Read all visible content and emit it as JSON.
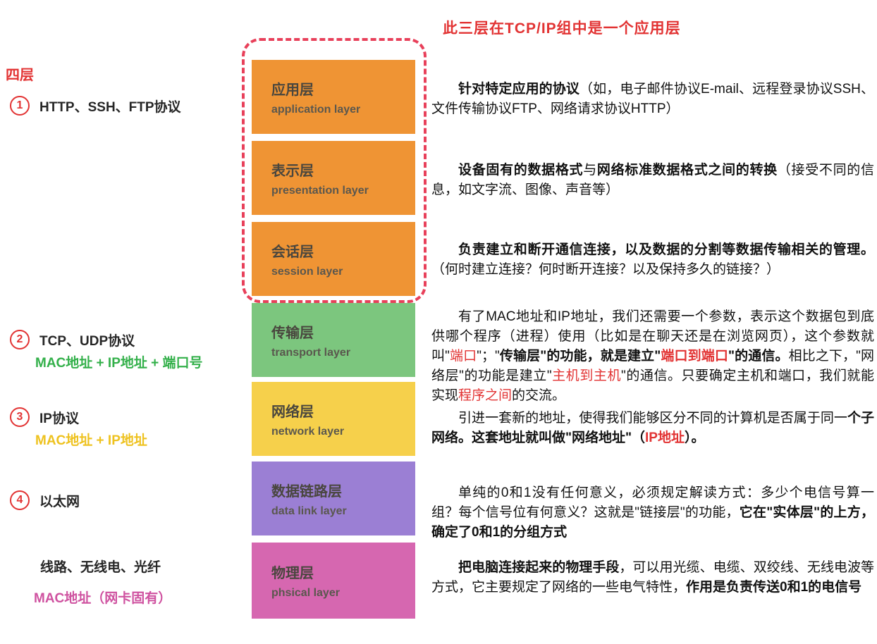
{
  "colors": {
    "accent_red": "#e23333",
    "green_text": "#33b04a",
    "yellow_text": "#eec21f",
    "pink_text": "#cf52a0",
    "dashed_outline": "#e8405a",
    "orange_box": "#ef9434",
    "green_box": "#7cc67e",
    "yellow_box": "#f6d04b",
    "purple_box": "#9b7fd4",
    "pink_box": "#d667b0"
  },
  "top_annotation": "此三层在TCP/IP组中是一个应用层",
  "left": {
    "title": "四层",
    "row1": {
      "num": "1",
      "label": "HTTP、SSH、FTP协议"
    },
    "row2": {
      "num": "2",
      "label": "TCP、UDP协议",
      "sub": "MAC地址 + IP地址 + 端口号"
    },
    "row3": {
      "num": "3",
      "label": "IP协议",
      "sub": "MAC地址 + IP地址"
    },
    "row4": {
      "num": "4",
      "label": "以太网"
    },
    "row5": {
      "label": "线路、无线电、光纤",
      "sub": "MAC地址（网卡固有）"
    }
  },
  "layers": [
    {
      "name": "应用层",
      "en": "application layer",
      "color": "#ef9434",
      "desc": [
        {
          "t": "针对特定应用的协议",
          "b": true
        },
        {
          "t": "（如，电子邮件协议E-mail、远程登录协议SSH、文件传输协议FTP、网络请求协议HTTP）"
        }
      ]
    },
    {
      "name": "表示层",
      "en": "presentation layer",
      "color": "#ef9434",
      "desc": [
        {
          "t": "设备固有的数据格式",
          "b": true
        },
        {
          "t": "与"
        },
        {
          "t": "网络标准数据格式之间的转换",
          "b": true
        },
        {
          "t": "（接受不同的信息，如文字流、图像、声音等）"
        }
      ]
    },
    {
      "name": "会话层",
      "en": "session layer",
      "color": "#ef9434",
      "desc": [
        {
          "t": "负责建立和断开通信连接，以及数据的分割等数据传输相关的管理。",
          "b": true
        },
        {
          "t": "（何时建立连接？何时断开连接？以及保持多久的链接？）"
        }
      ]
    },
    {
      "name": "传输层",
      "en": "transport layer",
      "color": "#7cc67e",
      "desc": [
        {
          "t": "有了MAC地址和IP地址，我们还需要一个参数，表示这个数据包到底供哪个程序（进程）使用（比如是在聊天还是在浏览网页），这个参数就叫\""
        },
        {
          "t": "端口",
          "c": "#e23333"
        },
        {
          "t": "\"；\""
        },
        {
          "t": "传输层\"的功能，就是建立\"",
          "b": true
        },
        {
          "t": "端口到端口",
          "c": "#e23333",
          "b": true
        },
        {
          "t": "\"的通信。",
          "b": true
        },
        {
          "t": "相比之下，\"网络层\"的功能是建立\""
        },
        {
          "t": "主机到主机",
          "c": "#e23333"
        },
        {
          "t": "\"的通信。只要确定主机和端口，我们就能实现"
        },
        {
          "t": "程序之间",
          "c": "#e23333"
        },
        {
          "t": "的交流。"
        }
      ]
    },
    {
      "name": "网络层",
      "en": "network layer",
      "color": "#f6d04b",
      "desc": [
        {
          "t": "引进一套新的地址，使得我们能够区分不同的计算机是否属于同一"
        },
        {
          "t": "个子网络。这套地址就叫做\"网络地址\"（",
          "b": true
        },
        {
          "t": "IP地址",
          "c": "#e23333",
          "b": true
        },
        {
          "t": "）。",
          "b": true
        }
      ]
    },
    {
      "name": "数据链路层",
      "en": "data link layer",
      "color": "#9b7fd4",
      "desc": [
        {
          "t": "单纯的0和1没有任何意义，必须规定解读方式：多少个电信号算一组？每个信号位有何意义？这就是\"链接层\"的功能，"
        },
        {
          "t": "它在\"实体层\"的上方，确定了0和1的分组方式",
          "b": true
        }
      ]
    },
    {
      "name": "物理层",
      "en": "phsical layer",
      "color": "#d667b0",
      "desc": [
        {
          "t": "把电脑连接起来的物理手段",
          "b": true
        },
        {
          "t": "，可以用光缆、电缆、双绞线、无线电波等方式，它主要规定了网络的一些电气特性，"
        },
        {
          "t": "作用是负责传送0和1的电信号",
          "b": true
        }
      ]
    }
  ]
}
